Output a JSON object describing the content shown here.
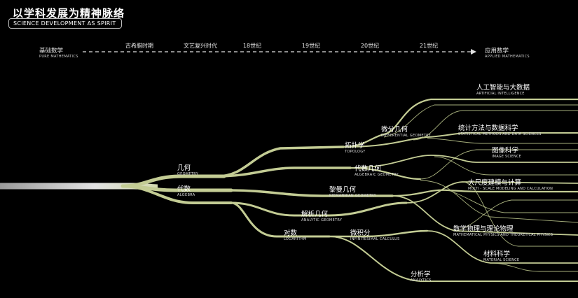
{
  "header": {
    "title": "以学科发展为精神脉络",
    "subtitle": "SCIENCE DEVELOPMENT AS SPIRIT"
  },
  "timeline": {
    "start": {
      "zh": "基础数学",
      "en": "PURE MATHEMATICS"
    },
    "end": {
      "zh": "应用数学",
      "en": "APPLIED MATHEMATICS"
    },
    "eras": [
      "古希腊时期",
      "文艺复兴时代",
      "18世纪",
      "19世纪",
      "20世纪",
      "21世纪"
    ]
  },
  "branches": {
    "geometry": {
      "zh": "几何",
      "en": "GEOMETRY"
    },
    "algebra": {
      "zh": "代数",
      "en": "ALGEBRA"
    },
    "topology": {
      "zh": "拓扑学",
      "en": "TOPOLOGY"
    },
    "differential_geometry": {
      "zh": "微分几何",
      "en": "DIFFERENTIAL GEOMETRY"
    },
    "algebraic_geometry": {
      "zh": "代数几何",
      "en": "ALGEBRAIC GEOMETRY"
    },
    "riemannian_geometry": {
      "zh": "黎曼几何",
      "en": "RIEMANNIAN GEOMETRY"
    },
    "analytic_geometry": {
      "zh": "解析几何",
      "en": "ANALYTIC GEOMETRY"
    },
    "logarithm": {
      "zh": "对数",
      "en": "LOGARITHM"
    },
    "calculus": {
      "zh": "微积分",
      "en": "INFINITESIMAL CALCULUS"
    },
    "analytics": {
      "zh": "分析学",
      "en": "ANALYTICS"
    }
  },
  "fields": [
    {
      "zh": "人工智能与大数据",
      "en": "ARTIFICIAL INTELLIGENCE"
    },
    {
      "zh": "统计方法与数据科学",
      "en": "STATISTICAL METHODS AND DATA SCIENCES"
    },
    {
      "zh": "图像科学",
      "en": "IMAGE SCIENCE"
    },
    {
      "zh": "大尺度建模与计算",
      "en": "MULTI - SCALE MODELING AND CALCULATION"
    },
    {
      "zh": "数学物理与理论物理",
      "en": "MATHEMATICAL PHYSICS AND THEORETICAL PHYSICS"
    },
    {
      "zh": "材料科学",
      "en": "MATERIAL SCIENCE"
    }
  ],
  "colors": {
    "background": "#000000",
    "trunk": "#d8d8d8",
    "branch": "#c3cc94",
    "branch_fine": "#b9c38a",
    "timeline": "#e0e0e0"
  }
}
